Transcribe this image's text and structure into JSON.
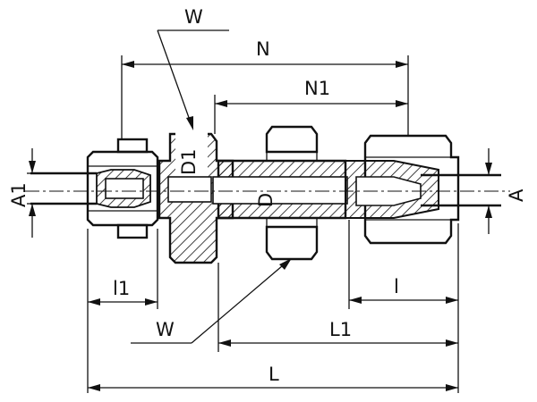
{
  "drawing": {
    "title": "",
    "labels": {
      "w_top": "W",
      "w_bottom": "W",
      "n": "N",
      "n1": "N1",
      "d": "D",
      "d1": "D1",
      "a": "A",
      "a1": "A1",
      "l1_small": "l1",
      "l_small": "l",
      "l1_big": "L1",
      "l_big": "L"
    }
  }
}
